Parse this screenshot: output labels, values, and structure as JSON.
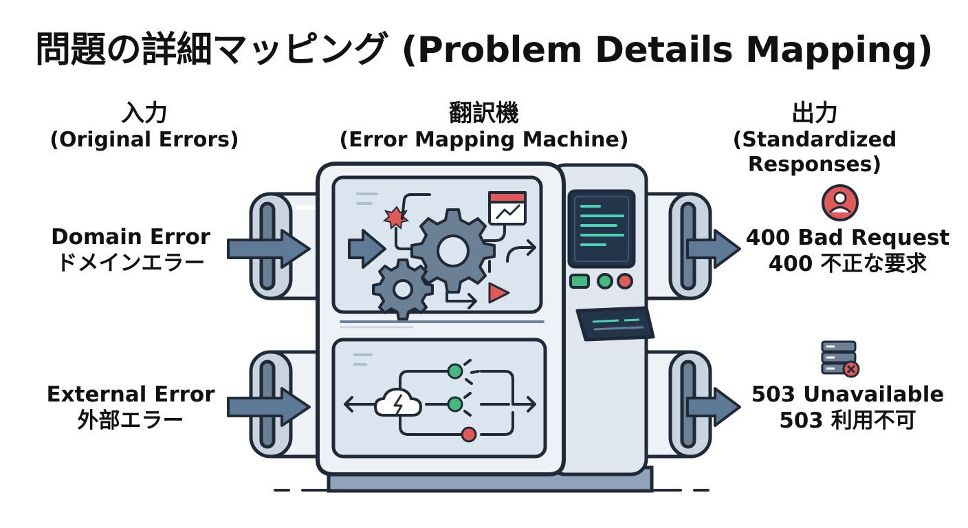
{
  "title": "問題の詳細マッピング (Problem Details Mapping)",
  "columns": {
    "input": {
      "jp": "入力",
      "en": "(Original Errors)"
    },
    "machine": {
      "jp": "翻訳機",
      "en": "(Error Mapping Machine)"
    },
    "output": {
      "jp": "出力",
      "en": "(Standardized Responses)"
    }
  },
  "inputs": [
    {
      "en": "Domain Error",
      "jp": "ドメインエラー"
    },
    {
      "en": "External Error",
      "jp": "外部エラー"
    }
  ],
  "outputs": [
    {
      "code": "400 Bad Request",
      "jp": "400 不正な要求",
      "icon": "user-icon"
    },
    {
      "code": "503 Unavailable",
      "jp": "503 利用不可",
      "icon": "server-error-icon"
    }
  ],
  "colors": {
    "outline": "#1f2a36",
    "machine_body": "#eef2f6",
    "panel": "#dbe5ef",
    "screen": "#22354b",
    "screen_text": "#4fd1b5",
    "arrow": "#5f7a96",
    "accent_red": "#e05a5a",
    "accent_green": "#46b981"
  }
}
